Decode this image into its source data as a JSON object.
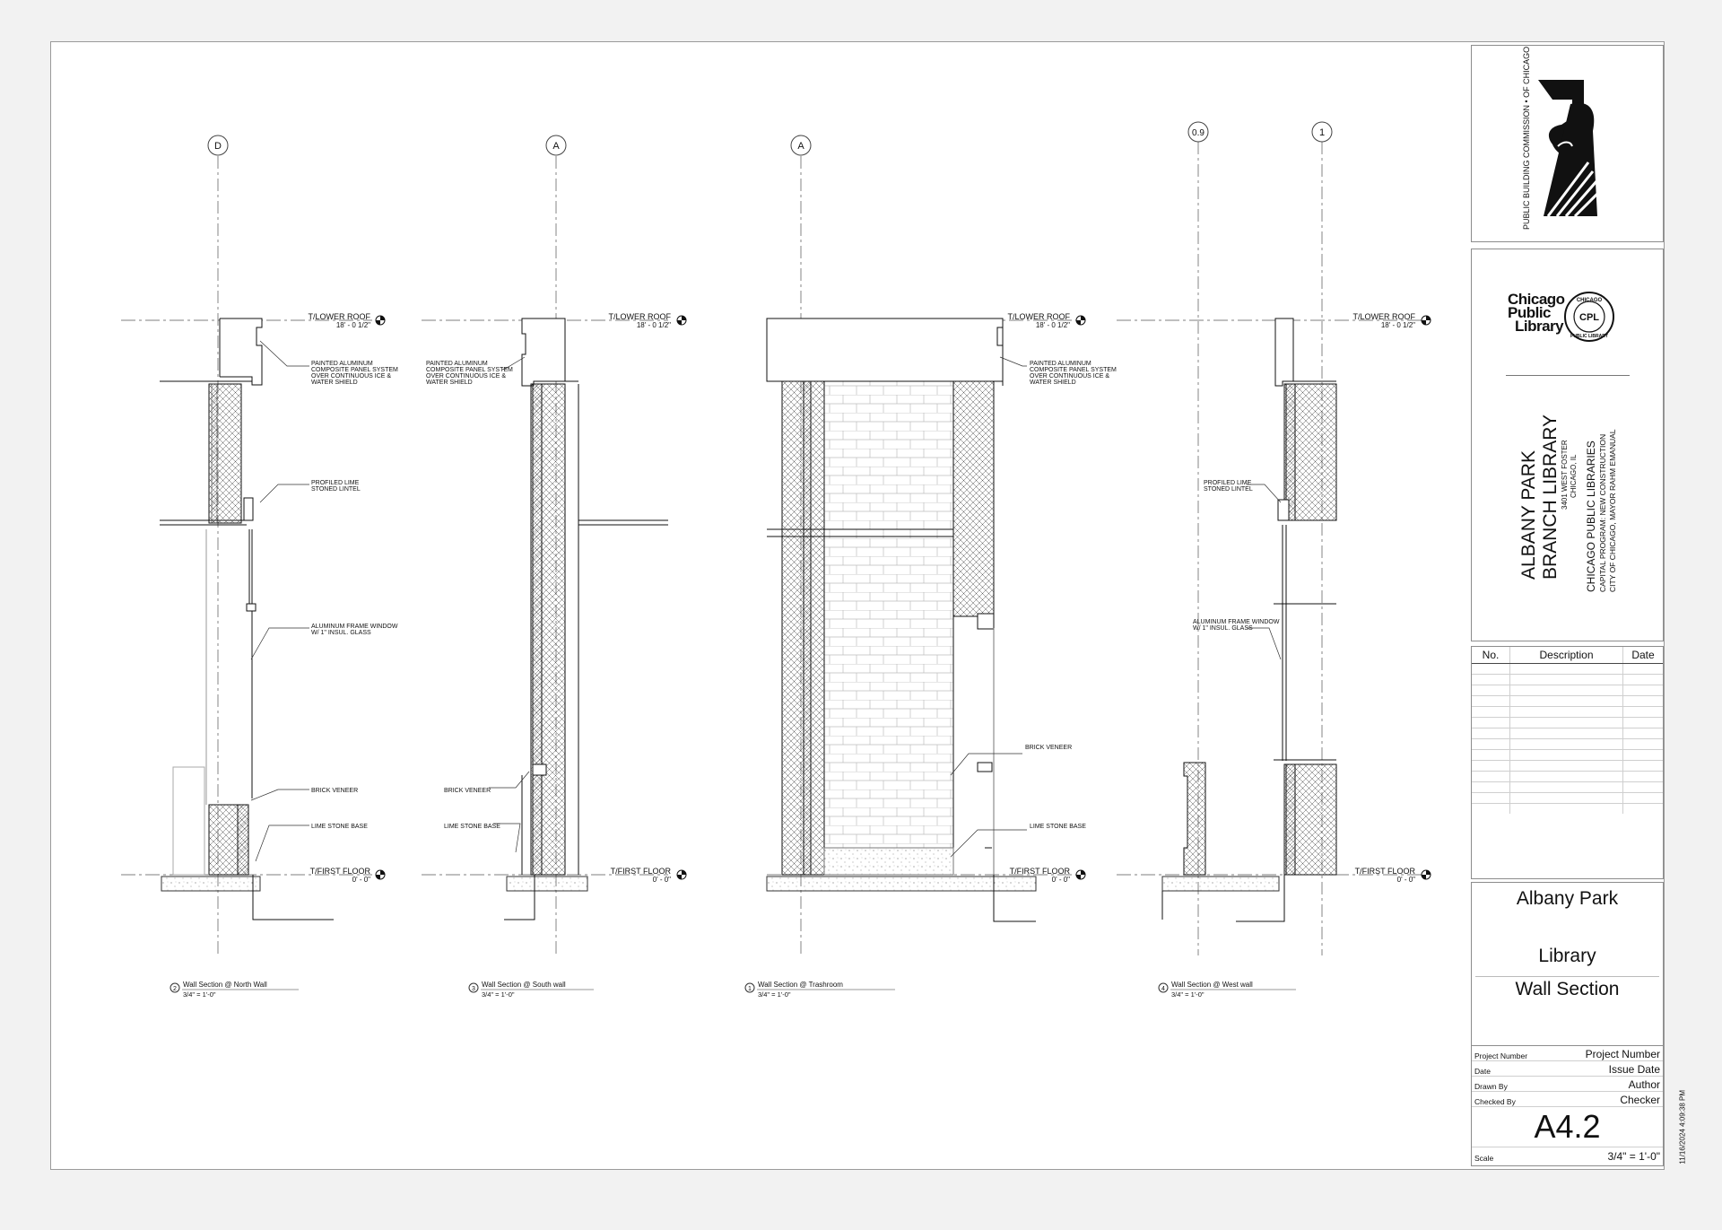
{
  "grid_markers": [
    "D",
    "A",
    "A",
    "0.9",
    "1"
  ],
  "levels": {
    "roof": {
      "label": "T/LOWER ROOF",
      "elevation": "18' - 0 1/2\""
    },
    "floor": {
      "label": "T/FIRST FLOOR",
      "elevation": "0' - 0\""
    }
  },
  "sections": [
    {
      "number": "2",
      "title": "Wall Section @ North Wall",
      "scale": "3/4\" = 1'-0\"",
      "notes": [
        [
          "PAINTED ALUMINUM",
          "COMPOSITE PANEL SYSTEM",
          "OVER CONTINUOUS ICE &",
          "WATER SHIELD"
        ],
        [
          "PROFILED LIME",
          "STONED LINTEL"
        ],
        [
          "ALUMINUM FRAME WINDOW",
          "W/ 1\" INSUL. GLASS"
        ],
        [
          "BRICK VENEER"
        ],
        [
          "LIME STONE BASE"
        ]
      ]
    },
    {
      "number": "3",
      "title": "Wall Section @ South wall",
      "scale": "3/4\" = 1'-0\"",
      "notes": [
        [
          "PAINTED ALUMINUM",
          "COMPOSITE PANEL SYSTEM",
          "OVER CONTINUOUS ICE &",
          "WATER SHIELD"
        ],
        [
          "BRICK VENEER"
        ],
        [
          "LIME STONE BASE"
        ]
      ]
    },
    {
      "number": "1",
      "title": "Wall Section @ Trashroom",
      "scale": "3/4\" = 1'-0\"",
      "notes": [
        [
          "PAINTED ALUMINUM",
          "COMPOSITE PANEL SYSTEM",
          "OVER CONTINUOUS ICE &",
          "WATER SHIELD"
        ],
        [
          "BRICK VENEER"
        ],
        [
          "LIME STONE BASE"
        ]
      ]
    },
    {
      "number": "4",
      "title": "Wall Section @ West wall",
      "scale": "3/4\" = 1'-0\"",
      "notes": [
        [
          "PROFILED LIME",
          "STONED LINTEL"
        ],
        [
          "ALUMINUM FRAME WINDOW",
          "W/ 1\" INSUL. GLASS"
        ]
      ]
    }
  ],
  "title_block": {
    "commission_seal": {
      "text": "PUBLIC BUILDING COMMISSION • OF CHICAGO"
    },
    "library_logo": {
      "line1": "Chicago",
      "line2": "Public",
      "line3": "Library",
      "seal_top": "CHICAGO",
      "seal_bottom": "PUBLIC LIBRARY",
      "seal_center": "CPL"
    },
    "project": {
      "name_line1": "ALBANY PARK",
      "name_line2": "BRANCH LIBRARY",
      "address": "3401 WEST FOSTER",
      "city": "CHICAGO, IL",
      "client": "CHICAGO PUBLIC LIBRARIES",
      "program": "CAPITAL PROGRAM: NEW CONSTRUCTION",
      "mayor": "CITY OF CHICAGO, MAYOR RAHM EMANUAL"
    },
    "revisions": {
      "headers": [
        "No.",
        "Description",
        "Date"
      ]
    },
    "sheet_title": {
      "line1": "Albany Park",
      "line2": "Library",
      "line3": "Wall Section"
    },
    "info": [
      {
        "key": "Project Number",
        "value": "Project Number"
      },
      {
        "key": "Date",
        "value": "Issue Date"
      },
      {
        "key": "Drawn By",
        "value": "Author"
      },
      {
        "key": "Checked By",
        "value": "Checker"
      }
    ],
    "sheet_number": "A4.2",
    "scale": {
      "key": "Scale",
      "value": "3/4\" = 1'-0\""
    },
    "timestamp": "11/16/2024 4:09:38 PM"
  }
}
